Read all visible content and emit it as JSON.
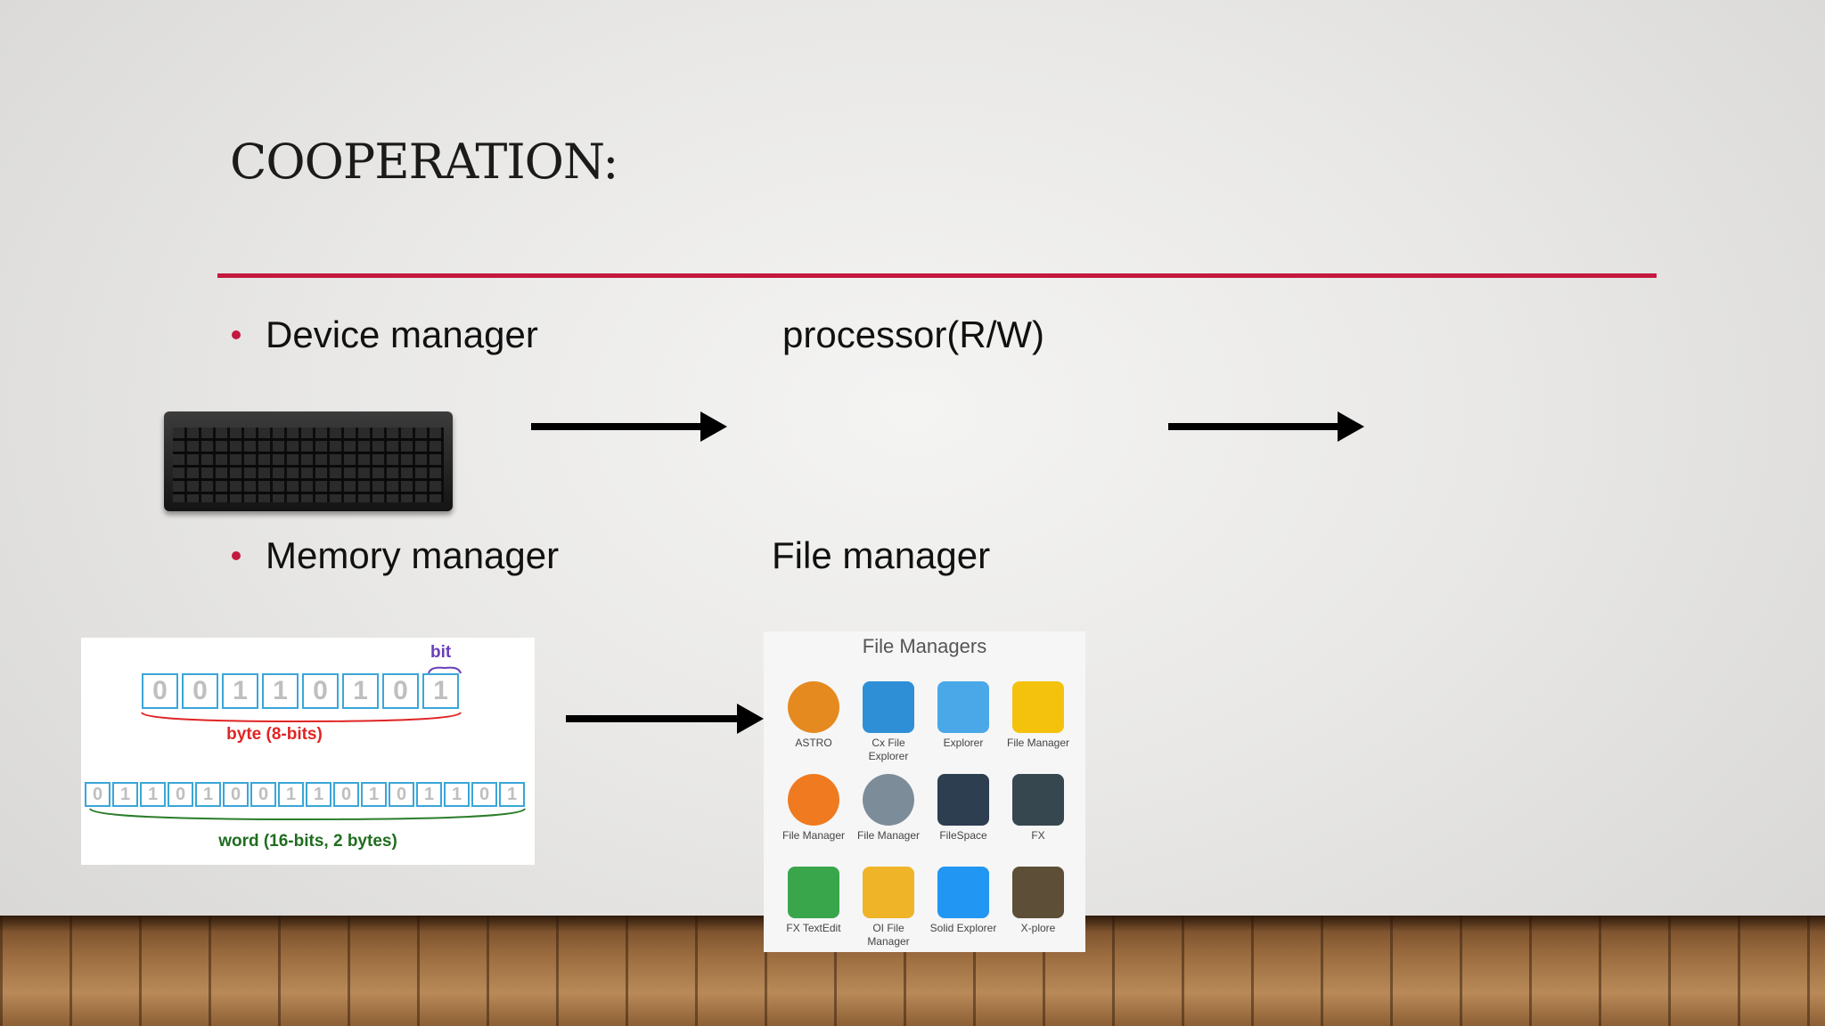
{
  "slide": {
    "title": "COOPERATION:",
    "bullets": [
      {
        "label": "Device manager"
      },
      {
        "label": "Memory manager"
      }
    ],
    "labels": {
      "processor": "processor(R/W)",
      "file_manager": "File manager"
    }
  },
  "bits_diagram": {
    "top_label": "bit",
    "byte_bits": [
      "0",
      "0",
      "1",
      "1",
      "0",
      "1",
      "0",
      "1"
    ],
    "byte_label": "byte (8-bits)",
    "word_bits": [
      "0",
      "1",
      "1",
      "0",
      "1",
      "0",
      "0",
      "1",
      "1",
      "0",
      "1",
      "0",
      "1",
      "1",
      "0",
      "1"
    ],
    "word_label": "word (16-bits,  2 bytes)"
  },
  "file_managers": {
    "title": "File Managers",
    "apps": [
      {
        "name": "ASTRO",
        "color": "#e58a1f",
        "icon": "astro-icon"
      },
      {
        "name": "Cx File Explorer",
        "color": "#2f8fd6",
        "icon": "cx-icon"
      },
      {
        "name": "Explorer",
        "color": "#4aa8e8",
        "icon": "explorer-icon"
      },
      {
        "name": "File Manager",
        "color": "#f4c20d",
        "icon": "folder-icon"
      },
      {
        "name": "File Manager",
        "color": "#f07a20",
        "icon": "folder-orange-icon"
      },
      {
        "name": "File Manager",
        "color": "#7d8c99",
        "icon": "folder-grey-icon"
      },
      {
        "name": "FileSpace",
        "color": "#2c3e50",
        "icon": "filespace-icon"
      },
      {
        "name": "FX",
        "color": "#37474f",
        "icon": "fx-icon"
      },
      {
        "name": "FX TextEdit",
        "color": "#3aa64c",
        "icon": "textedit-icon"
      },
      {
        "name": "OI File Manager",
        "color": "#f0b429",
        "icon": "oi-folder-icon"
      },
      {
        "name": "Solid Explorer",
        "color": "#2196f3",
        "icon": "solid-icon"
      },
      {
        "name": "X-plore",
        "color": "#5d4e37",
        "icon": "xplore-icon"
      }
    ]
  },
  "colors": {
    "accent": "#c4193f"
  }
}
